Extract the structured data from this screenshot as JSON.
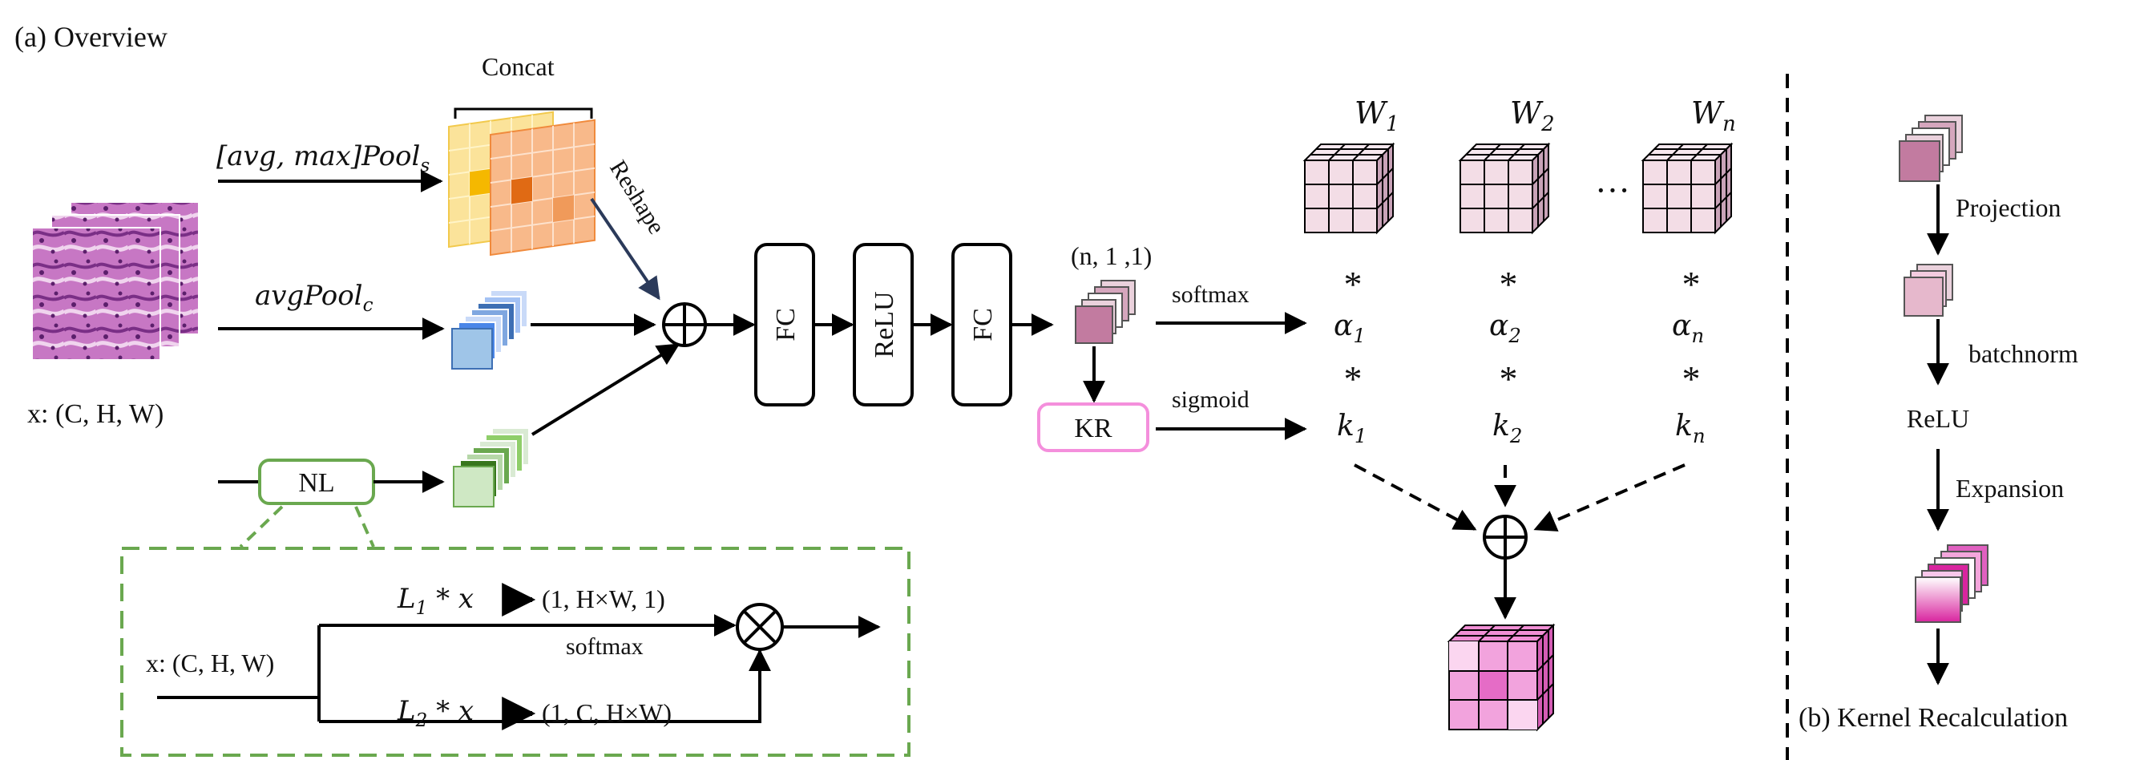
{
  "overview": {
    "title": "(a) Overview",
    "input_label": "x: (C, H, W)",
    "branch_pool_s": {
      "base": "[avg, max]Pool",
      "sub": "s"
    },
    "branch_pool_c": {
      "base": "avgPool",
      "sub": "c"
    },
    "nl_label": "NL",
    "concat_label": "Concat",
    "reshape_label": "Reshape",
    "fc1_label": "FC",
    "relu_label": "ReLU",
    "fc2_label": "FC",
    "shape_label": "(n, 1 ,1)",
    "kr_label": "KR",
    "softmax_label": "softmax",
    "sigmoid_label": "sigmoid",
    "ellipsis": "···",
    "w_labels": [
      {
        "base": "W",
        "sub": "1"
      },
      {
        "base": "W",
        "sub": "2"
      },
      {
        "base": "W",
        "sub": "n"
      }
    ],
    "alpha_labels": [
      {
        "base": "α",
        "sub": "1"
      },
      {
        "base": "α",
        "sub": "2"
      },
      {
        "base": "α",
        "sub": "n"
      }
    ],
    "k_labels": [
      {
        "base": "k",
        "sub": "1"
      },
      {
        "base": "k",
        "sub": "2"
      },
      {
        "base": "k",
        "sub": "n"
      }
    ],
    "star": "*"
  },
  "nl_detail": {
    "input_label": "x: (C, H, W)",
    "l1": {
      "base": "L",
      "sub": "1",
      "rest": " * x"
    },
    "l1_shape": "(1, H×W, 1)",
    "l2": {
      "base": "L",
      "sub": "2",
      "rest": " * x"
    },
    "l2_shape": "(1, C, H×W)",
    "softmax_label": "softmax"
  },
  "kernel_recalc": {
    "title": "(b) Kernel Recalculation",
    "steps": [
      "Projection",
      "batchnorm",
      "ReLU",
      "Expansion"
    ]
  },
  "colors": {
    "nl_green": "#6aa84f",
    "kr_pink": "#f48fdc",
    "cube_pink": "#f3dde6",
    "output_magenta": "#e060c0",
    "pool_s_yellow": "#f5c542",
    "pool_s_orange": "#f08a3c",
    "pool_c_blue": "#6d9eeb",
    "nl_feat_green": "#8fce6a",
    "arrow": "#000000"
  }
}
